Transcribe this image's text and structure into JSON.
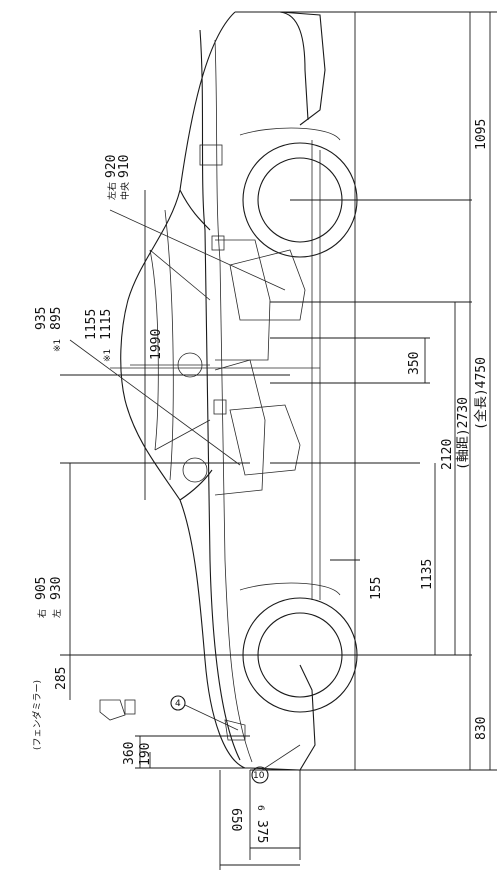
{
  "callouts": {
    "fender_mirror": "(フェンダミラー)",
    "callout_4": "4",
    "callout_10": "10",
    "callout_6": "6"
  },
  "dims": {
    "d1095": "1095",
    "d920": "920",
    "d920_prefix": "左右",
    "d910": "910",
    "d910_prefix": "中央",
    "d935": "935",
    "d895": "895",
    "d895_prefix": "※1",
    "d1155": "1155",
    "d1115": "1115",
    "d1115_prefix": "※1",
    "d1990": "1990",
    "d350": "350",
    "d2120": "2120",
    "d2730": "(軸距)2730",
    "d4750": "(全長)4750",
    "d905": "905",
    "d905_prefix": "右",
    "d930": "930",
    "d930_prefix": "左",
    "d1135": "1135",
    "d155": "155",
    "d285": "285",
    "d830": "830",
    "d360": "360",
    "d190": "190",
    "d375": "375",
    "d650": "650"
  }
}
